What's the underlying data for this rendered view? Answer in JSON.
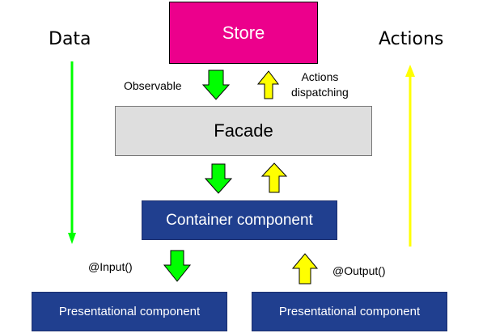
{
  "colors": {
    "store_bg": "#ec008c",
    "store_text": "#ffffff",
    "facade_bg": "#dedede",
    "component_bg": "#203f8f",
    "component_text": "#ffffff",
    "data_arrow": "#00ff00",
    "actions_arrow": "#ffff00",
    "arrow_outline": "#000000"
  },
  "side_labels": {
    "data": "Data",
    "actions": "Actions"
  },
  "nodes": {
    "store": "Store",
    "facade": "Facade",
    "container": "Container component",
    "presentational_left": "Presentational component",
    "presentational_right": "Presentational component"
  },
  "edge_labels": {
    "observable": "Observable",
    "actions_dispatching_line1": "Actions",
    "actions_dispatching_line2": "dispatching",
    "input": "@Input()",
    "output": "@Output()"
  }
}
